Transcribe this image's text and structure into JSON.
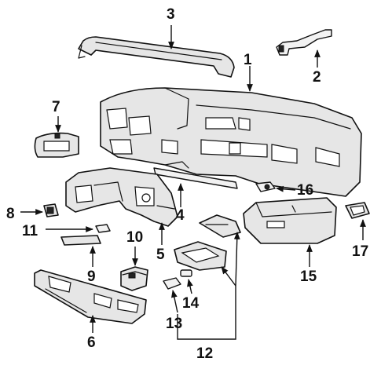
{
  "callouts": {
    "c1": "1",
    "c2": "2",
    "c3": "3",
    "c4": "4",
    "c5": "5",
    "c6": "6",
    "c7": "7",
    "c8": "8",
    "c9": "9",
    "c10": "10",
    "c11": "11",
    "c12": "12",
    "c13": "13",
    "c14": "14",
    "c15": "15",
    "c16": "16",
    "c17": "17"
  },
  "colors": {
    "ink": "#111111",
    "fill": "#e6e6e6",
    "background": "#ffffff"
  }
}
